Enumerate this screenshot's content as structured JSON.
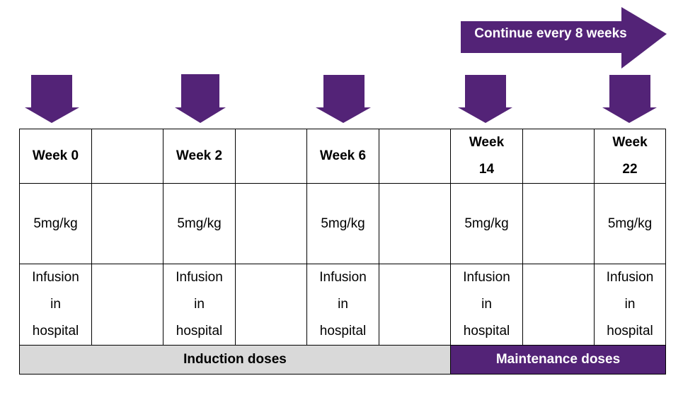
{
  "colors": {
    "purple": "#532377",
    "induction_bg": "#d9d9d9"
  },
  "continue_label": "Continue every 8 weeks",
  "schedule": [
    {
      "week": "Week 0",
      "dose": "5mg/kg",
      "where": [
        "Infusion",
        "in",
        "hospital"
      ]
    },
    {
      "week": "Week 2",
      "dose": "5mg/kg",
      "where": [
        "Infusion",
        "in",
        "hospital"
      ]
    },
    {
      "week": "Week 6",
      "dose": "5mg/kg",
      "where": [
        "Infusion",
        "in",
        "hospital"
      ]
    },
    {
      "week_lines": [
        "Week",
        "14"
      ],
      "dose": "5mg/kg",
      "where": [
        "Infusion",
        "in",
        "hospital"
      ]
    },
    {
      "week_lines": [
        "Week",
        "22"
      ],
      "dose": "5mg/kg",
      "where": [
        "Infusion",
        "in",
        "hospital"
      ]
    }
  ],
  "phases": {
    "induction": "Induction doses",
    "maintenance": "Maintenance doses"
  }
}
